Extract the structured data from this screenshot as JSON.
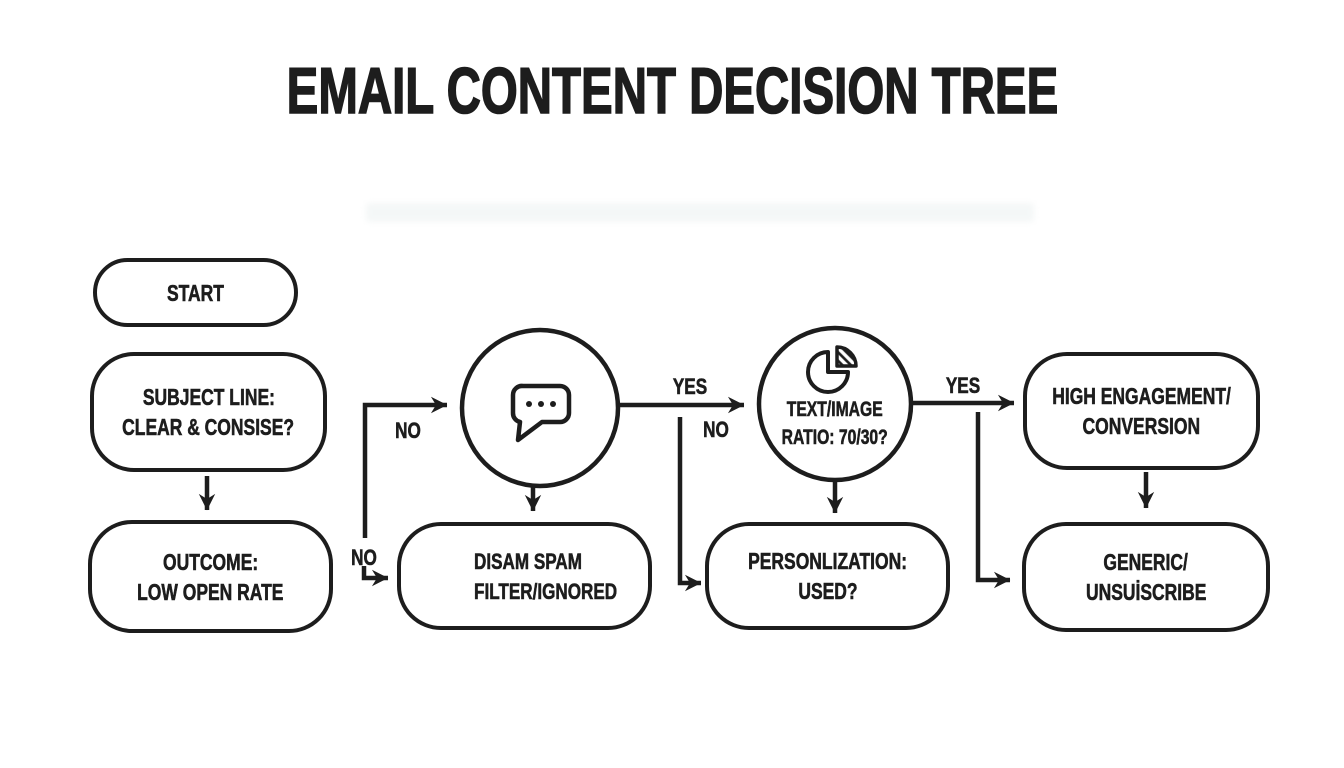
{
  "title": "EMAIL CONTENT DECISION TREE",
  "colors": {
    "ink": "#1d1d1d",
    "background": "#ffffff"
  },
  "nodes": {
    "start": {
      "label": "START"
    },
    "subject_line": {
      "line1": "SUBJECT LINE:",
      "line2": "CLEAR & CONSISE?"
    },
    "outcome_low_open": {
      "line1": "OUTCOME:",
      "line2": "LOW OPEN RATE"
    },
    "spam_filter": {
      "line1": "DISAM SPAM",
      "line2": "FILTER/IGNORED"
    },
    "text_image_ratio": {
      "line1": "TEXT/IMAGE",
      "line2": "RATIO: 70/30?"
    },
    "personalization": {
      "line1": "PERSONLIZATION:",
      "line2": "USED?"
    },
    "high_engagement": {
      "line1": "HIGH ENGAGEMENT/",
      "line2": "CONVERSION"
    },
    "generic_unsubscribe": {
      "line1": "GENERIC/",
      "line2": "UNSUİSCRIBE"
    }
  },
  "edge_labels": {
    "no_subject_to_bubble": "NO",
    "no_outcome_to_spam": "NO",
    "yes_bubble_to_ratio": "YES",
    "no_bubble_to_personalization": "NO",
    "yes_ratio_to_engagement": "YES"
  },
  "icons": {
    "bubble_node": "speech-bubble-icon",
    "spam_node": "person-icon",
    "ratio_node": "pie-chart-icon"
  }
}
